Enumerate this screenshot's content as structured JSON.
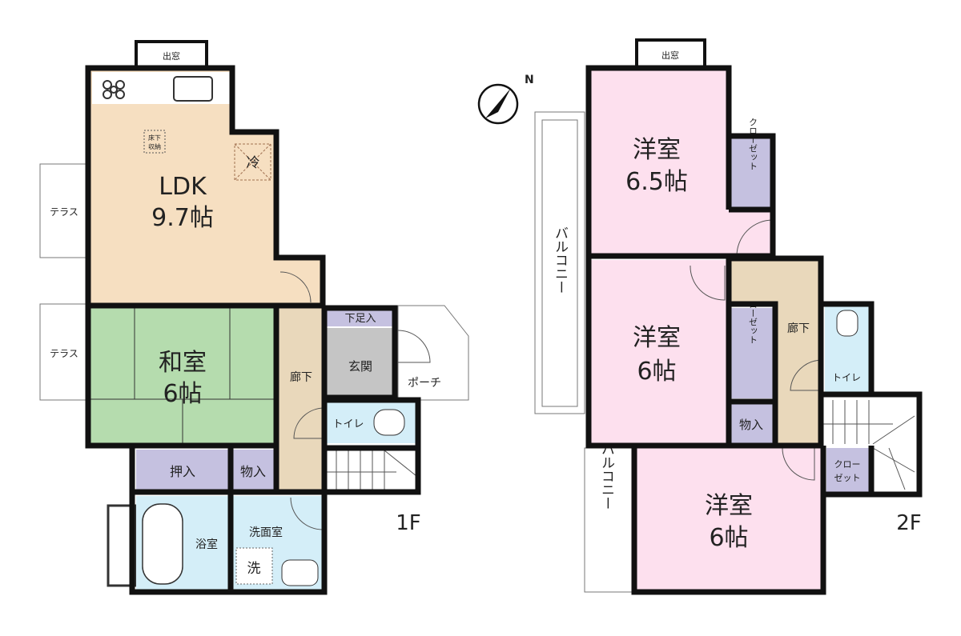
{
  "floor1": {
    "label": "1F",
    "bay_window": "出窓",
    "ldk": {
      "name": "LDK",
      "size": "9.7帖"
    },
    "underfloor_storage": [
      "床下",
      "収納"
    ],
    "fridge": "冷",
    "terrace_top": "テラス",
    "terrace_bottom": "テラス",
    "washitsu": {
      "name": "和室",
      "size": "6帖"
    },
    "hallway": "廊下",
    "shoe_storage": "下足入",
    "entrance": "玄関",
    "porch": "ポーチ",
    "toilet": "トイレ",
    "oshiire": "押入",
    "storage": "物入",
    "bathroom": "浴室",
    "washroom": "洗面室",
    "washer": "洗"
  },
  "floor2": {
    "label": "2F",
    "bay_window": "出窓",
    "room1": {
      "name": "洋室",
      "size": "6.5帖"
    },
    "room2": {
      "name": "洋室",
      "size": "6帖"
    },
    "room3": {
      "name": "洋室",
      "size": "6帖"
    },
    "closet1": "クローゼット",
    "closet2": "クローゼット",
    "closet3": [
      "クロー",
      "ゼット"
    ],
    "storage": "物入",
    "hallway": "廊下",
    "toilet": "トイレ",
    "balcony_top": "バルコニー",
    "balcony_bottom": "バルコニー"
  },
  "compass": {
    "label": "N"
  },
  "colors": {
    "ldk": "#f6dfc1",
    "washitsu": "#b5dcae",
    "hall": "#e9d8bb",
    "storage": "#c5c1e0",
    "entrance": "#c5c5c5",
    "wet": "#d4eef8",
    "western": "#fde0ee"
  }
}
